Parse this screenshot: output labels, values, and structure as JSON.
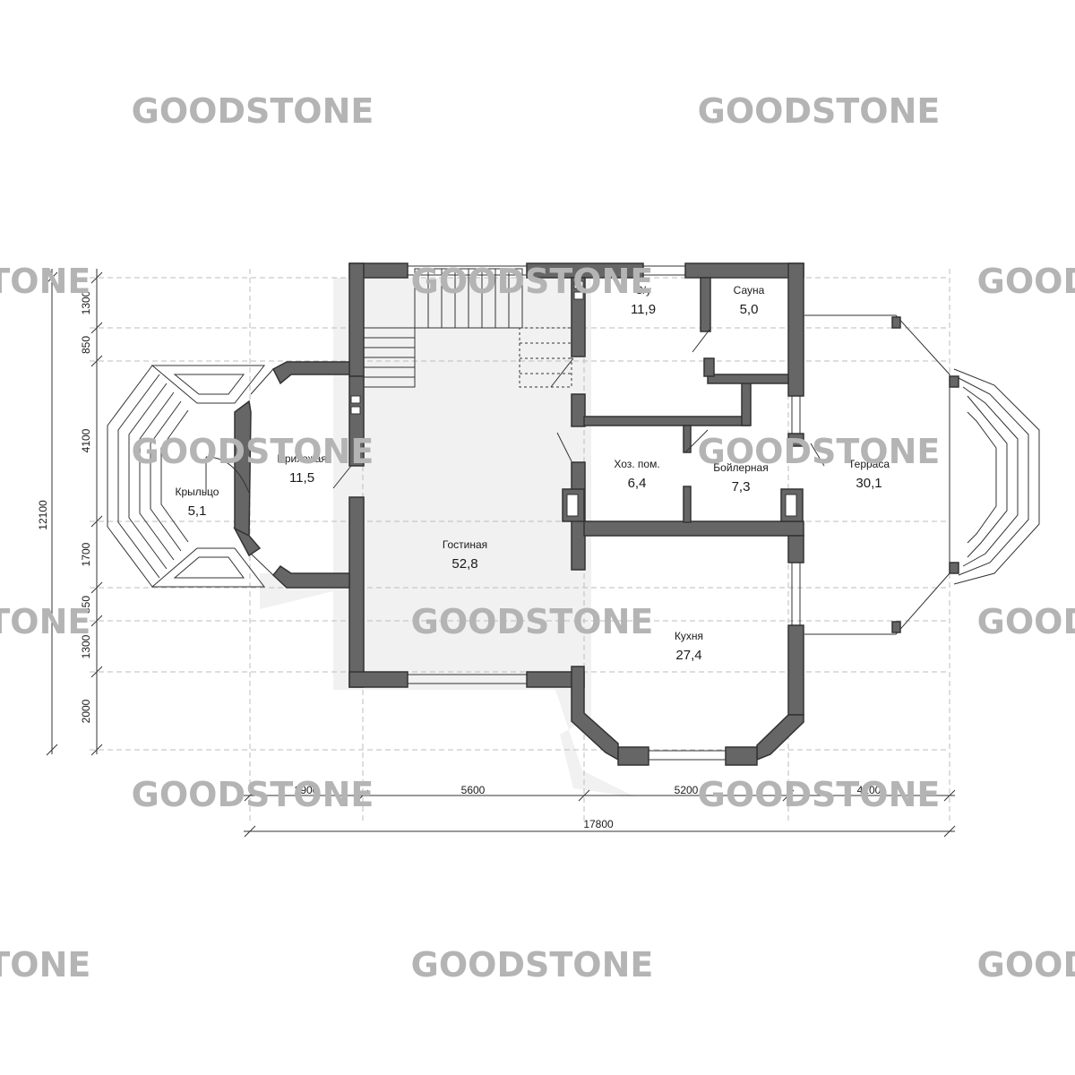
{
  "watermark": "GOODSTONE",
  "rooms": {
    "su": {
      "name": "С/у",
      "area": "11,9"
    },
    "sauna": {
      "name": "Сауна",
      "area": "5,0"
    },
    "prihozhaya": {
      "name": "Прихожая",
      "area": "11,5"
    },
    "kryltso": {
      "name": "Крыльцо",
      "area": "5,1"
    },
    "hoz": {
      "name": "Хоз. пом.",
      "area": "6,4"
    },
    "boiler": {
      "name": "Бойлерная",
      "area": "7,3"
    },
    "terrasa": {
      "name": "Терраса",
      "area": "30,1"
    },
    "gostinaya": {
      "name": "Гостиная",
      "area": "52,8"
    },
    "kuhnya": {
      "name": "Кухня",
      "area": "27,4"
    }
  },
  "dimensions": {
    "vertical": {
      "total": "12100",
      "d1": "1300",
      "d2": "850",
      "d3": "4100",
      "d4": "1700",
      "d5": "850",
      "d6": "1300",
      "d7": "2000"
    },
    "horizontal": {
      "total": "17800",
      "d1": "2900",
      "d2": "5600",
      "d3": "5200",
      "d4": "4100"
    }
  }
}
